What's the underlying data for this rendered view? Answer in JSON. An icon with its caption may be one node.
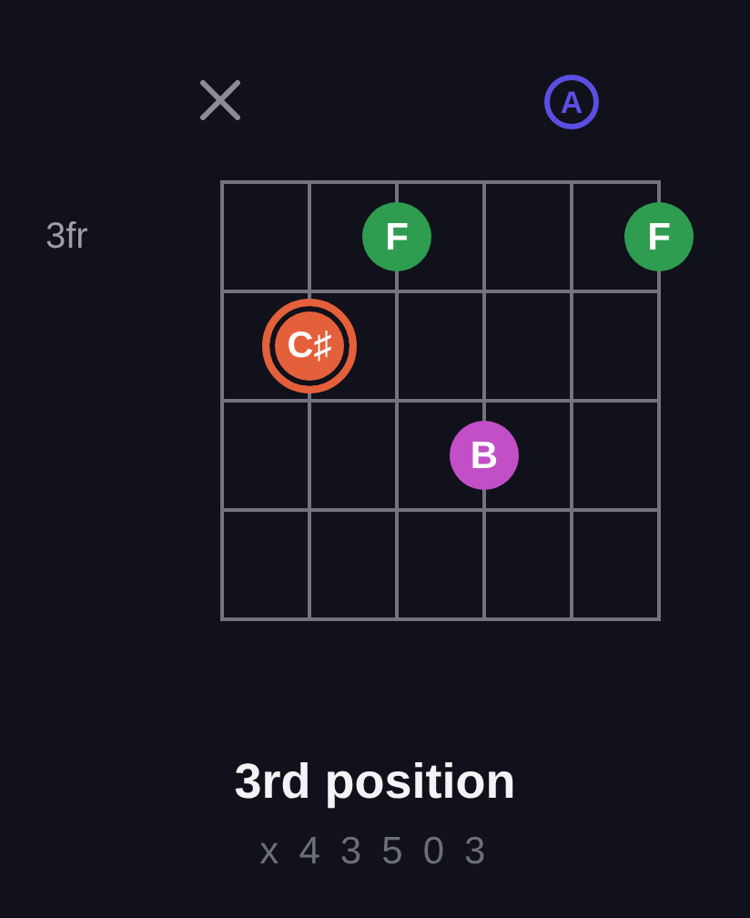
{
  "diagram": {
    "title": "3rd position",
    "caption": "x 4 3 5 0 3",
    "nodes": [
      {
        "text": [
          "A"
        ]
      },
      {
        "text": [
          "F"
        ]
      },
      {
        "text": [
          "F"
        ]
      },
      {
        "text": [
          "C♯"
        ]
      },
      {
        "text": [
          "B"
        ]
      }
    ],
    "labels": [
      "3fr"
    ]
  }
}
